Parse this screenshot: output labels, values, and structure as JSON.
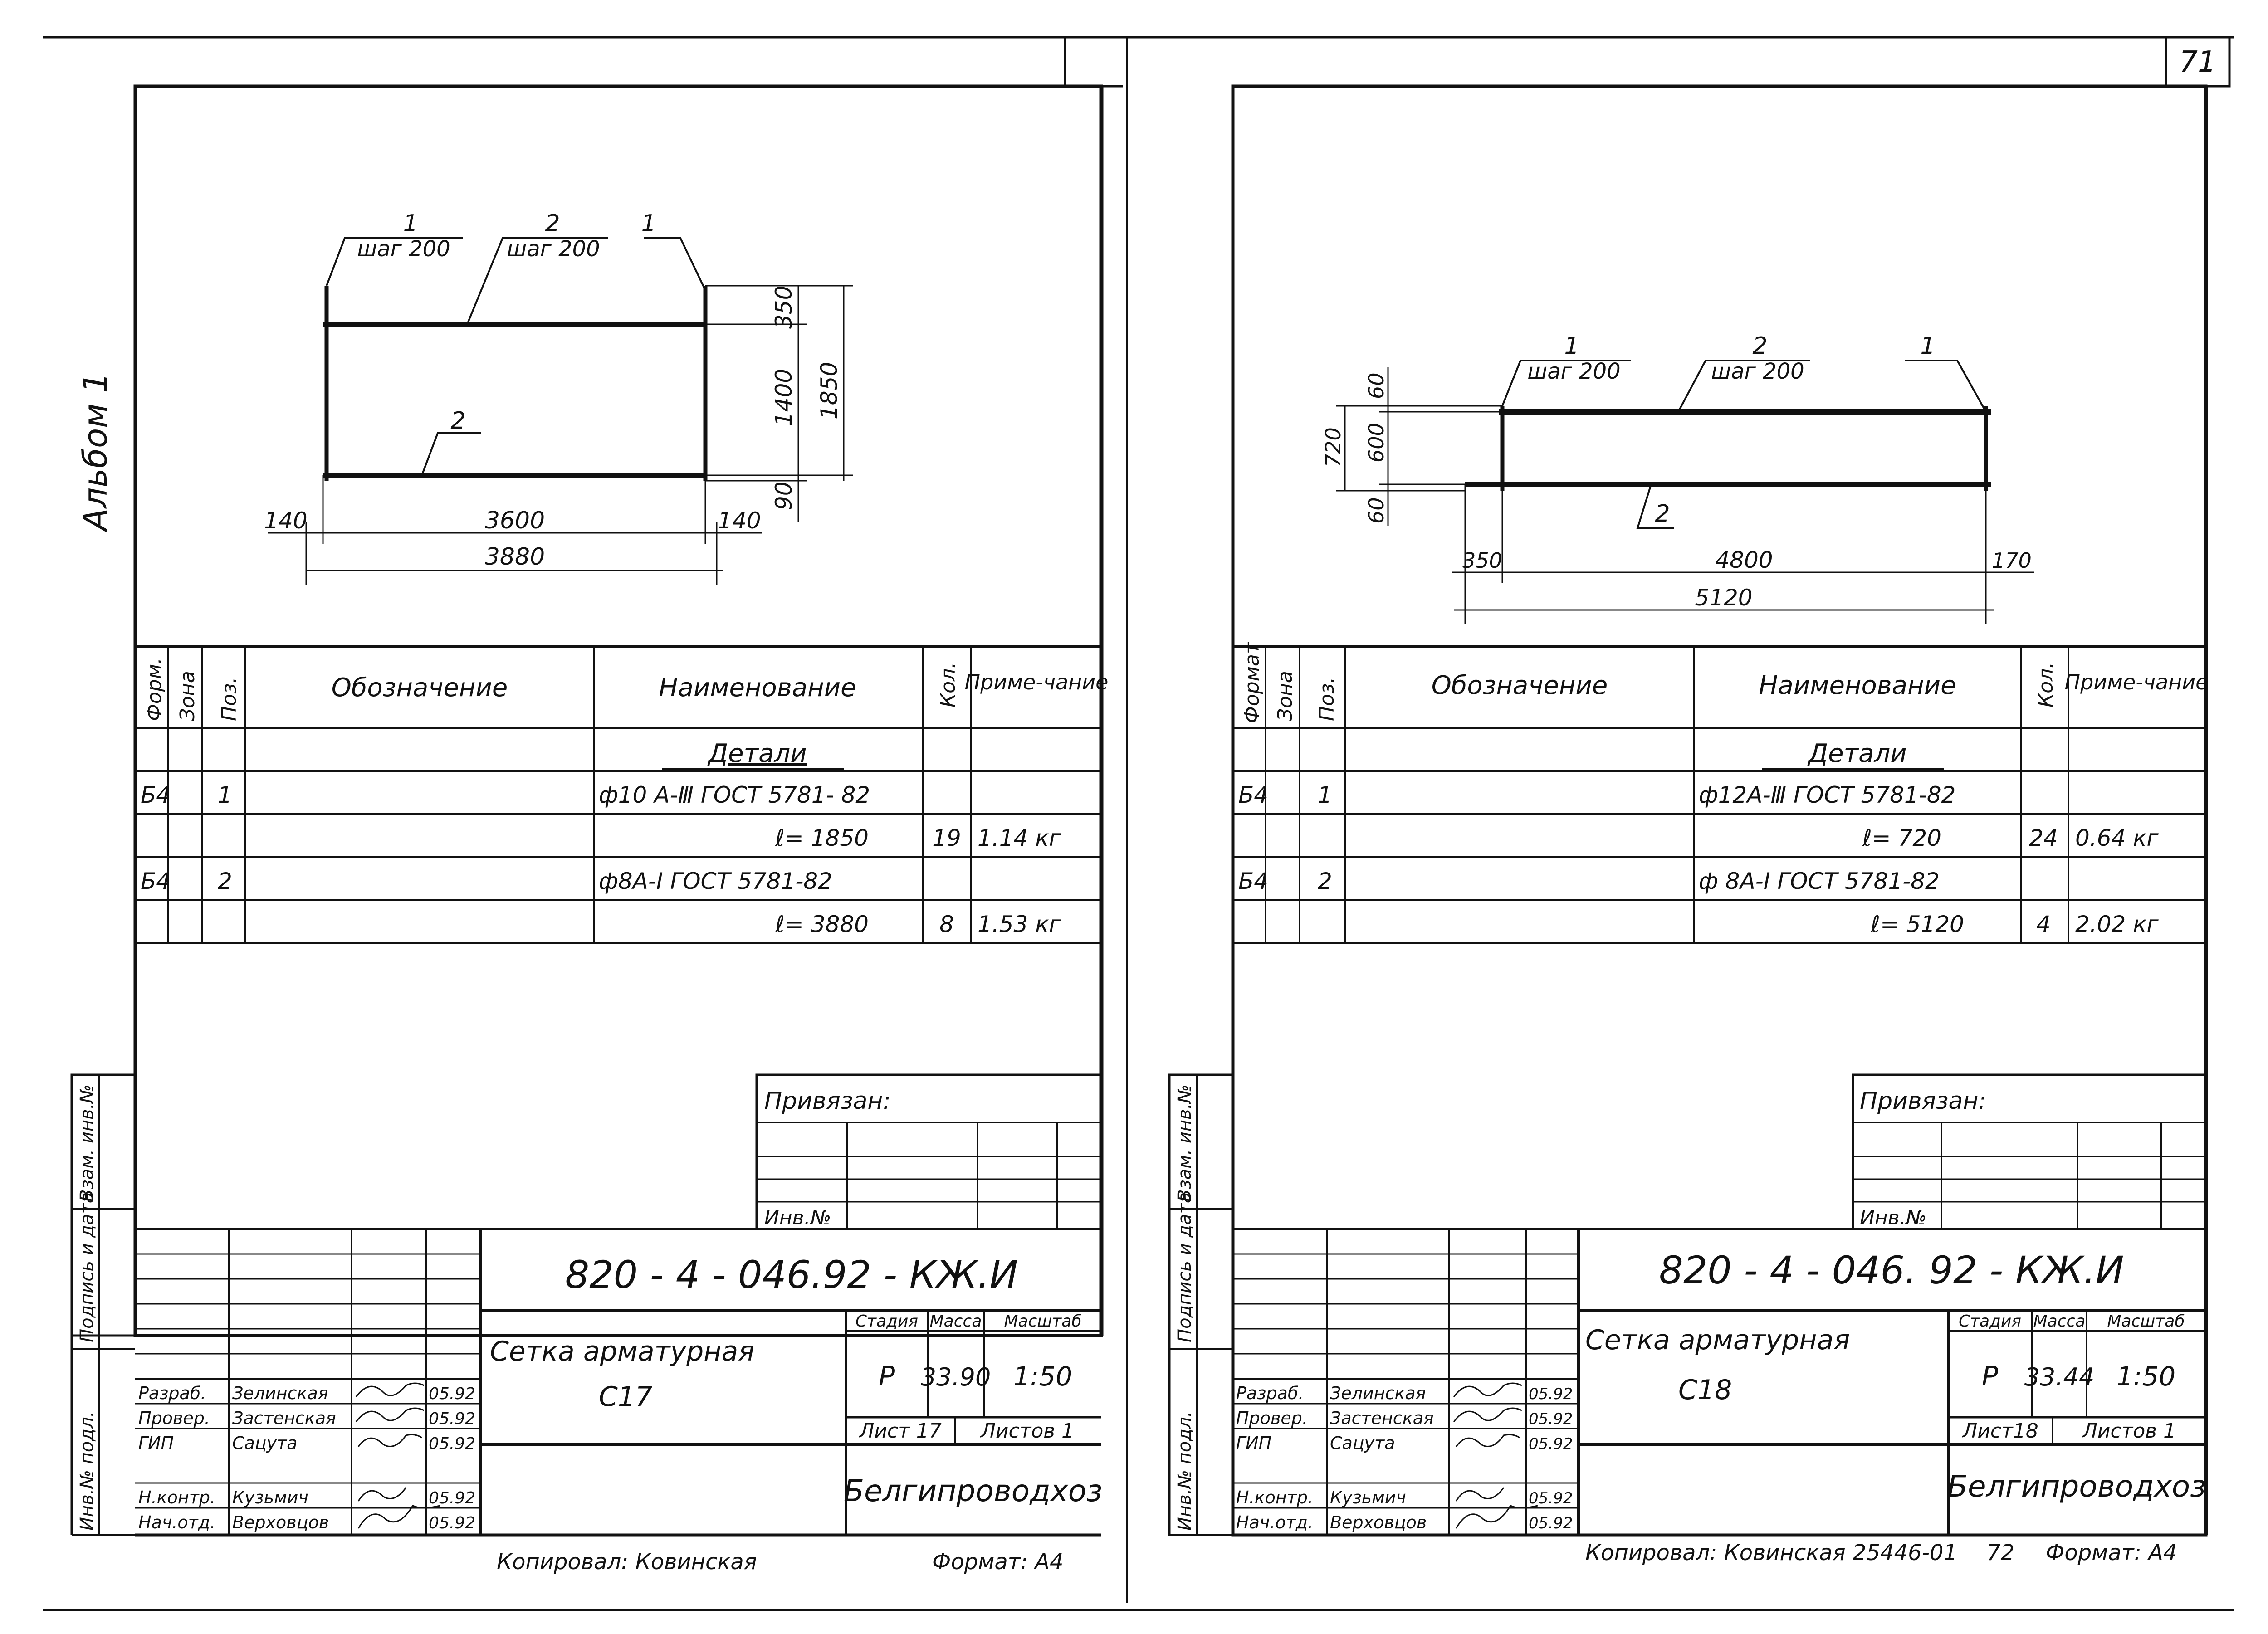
{
  "page_number": "71",
  "album_label": "Альбом 1",
  "binding_labels": [
    "Взам. инв.№",
    "Подпись и дата",
    "Инв.№ подл."
  ],
  "spec_headers": {
    "format": "Форм.",
    "format_right": "Формат",
    "zone": "Зона",
    "pos": "Поз.",
    "designation": "Обозначение",
    "name": "Наименование",
    "qty": "Кол.",
    "note": "Приме-чание"
  },
  "stamp_roles": [
    "Разраб.",
    "Провер.",
    "ГИП",
    "Н.контр.",
    "Нач.отд."
  ],
  "stamp_names": [
    "Зелинская",
    "Застенская",
    "Сацута",
    "Кузьмич",
    "Верховцов"
  ],
  "stamp_dates": [
    "05.92",
    "05.92",
    "05.92",
    "05.92",
    "05.92"
  ],
  "sheets": [
    {
      "drawing": {
        "label_1": "1",
        "label_2": "2",
        "label_1b": "1",
        "label_2b": "2",
        "step_1": "шаг 200",
        "step_2": "шаг 200",
        "dim_top": "350",
        "dim_mid": "1400",
        "dim_bottom": "90",
        "dim_total_v": "1850",
        "dim_left": "140",
        "dim_span": "3600",
        "dim_right": "140",
        "dim_total_h": "3880"
      },
      "spec": {
        "section": "Детали",
        "rows": [
          {
            "fmt": "Б4",
            "zone": "",
            "pos": "1",
            "desig": "",
            "name": "ф10 А-Ⅲ ГОСТ 5781- 82",
            "qty": "",
            "note": ""
          },
          {
            "fmt": "",
            "zone": "",
            "pos": "",
            "desig": "",
            "name": "ℓ= 1850",
            "qty": "19",
            "note": "1.14 кг"
          },
          {
            "fmt": "Б4",
            "zone": "",
            "pos": "2",
            "desig": "",
            "name": "ф8А-Ⅰ ГОСТ 5781-82",
            "qty": "",
            "note": ""
          },
          {
            "fmt": "",
            "zone": "",
            "pos": "",
            "desig": "",
            "name": "ℓ= 3880",
            "qty": "8",
            "note": "1.53 кг"
          }
        ]
      },
      "binding": {
        "label": "Привязан:",
        "inv": "Инв.№"
      },
      "title": {
        "code": "820 - 4 - 046.92 - КЖ.И",
        "name_line1": "Сетка арматурная",
        "name_line2": "С17",
        "stage_h": "Стадия",
        "mass_h": "Масса",
        "scale_h": "Масштаб",
        "stage": "Р",
        "mass": "33.90",
        "scale": "1:50",
        "sheet": "Лист 17",
        "sheets": "Листов 1",
        "org": "Белгипроводхоз"
      },
      "footer": {
        "copied": "Копировал: Ковинская",
        "format": "Формат: А4"
      }
    },
    {
      "drawing": {
        "label_1": "1",
        "label_2": "2",
        "label_1b": "1",
        "label_2b": "2",
        "step_1": "шаг 200",
        "step_2": "шаг 200",
        "dim_top": "60",
        "dim_mid": "600",
        "dim_bottom": "60",
        "dim_total_v": "720",
        "dim_left": "350",
        "dim_span": "4800",
        "dim_right": "170",
        "dim_total_h": "5120"
      },
      "spec": {
        "section": "Детали",
        "rows": [
          {
            "fmt": "Б4",
            "zone": "",
            "pos": "1",
            "desig": "",
            "name": "ф12А-Ⅲ ГОСТ 5781-82",
            "qty": "",
            "note": ""
          },
          {
            "fmt": "",
            "zone": "",
            "pos": "",
            "desig": "",
            "name": "ℓ= 720",
            "qty": "24",
            "note": "0.64 кг"
          },
          {
            "fmt": "Б4",
            "zone": "",
            "pos": "2",
            "desig": "",
            "name": "ф 8А-Ⅰ ГОСТ 5781-82",
            "qty": "",
            "note": ""
          },
          {
            "fmt": "",
            "zone": "",
            "pos": "",
            "desig": "",
            "name": "ℓ= 5120",
            "qty": "4",
            "note": "2.02 кг"
          }
        ]
      },
      "binding": {
        "label": "Привязан:",
        "inv": "Инв.№"
      },
      "title": {
        "code": "820 - 4 - 046. 92 - КЖ.И",
        "name_line1": "Сетка арматурная",
        "name_line2": "С18",
        "stage_h": "Стадия",
        "mass_h": "Масса",
        "scale_h": "Масштаб",
        "stage": "Р",
        "mass": "33.44",
        "scale": "1:50",
        "sheet": "Лист18",
        "sheets": "Листов 1",
        "org": "Белгипроводхоз"
      },
      "footer": {
        "copied": "Копировал: Ковинская 25446-01",
        "page": "72",
        "format": "Формат: А4"
      }
    }
  ]
}
